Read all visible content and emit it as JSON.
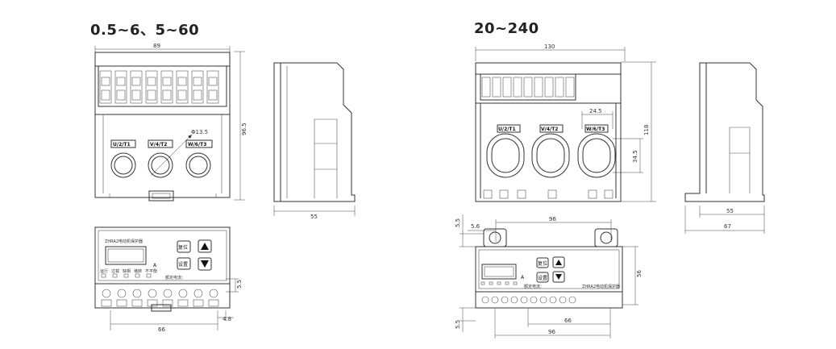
{
  "left_title": "0.5~6、5~60",
  "right_title": "20~240",
  "left": {
    "width_dim": "89",
    "height_dim": "96.5",
    "hole_dim": "Φ13.5",
    "side_depth_dim": "55",
    "labels": [
      "U/2/T1",
      "V/4/T2",
      "W/6/T3"
    ],
    "panel_model": "ZHRA2电动机保护器",
    "unit": "A",
    "btn_reset": "复位",
    "btn_set": "设置",
    "led_labels": [
      "运行",
      "过载",
      "缺相",
      "堵转",
      "不平衡"
    ],
    "rated_current": "额定电流：",
    "bottom_dim_66": "66",
    "bottom_dim_48": "4.8",
    "bottom_dim_55": "5.5"
  },
  "right": {
    "width_dim": "130",
    "height_dim": "118",
    "hole_width_dim": "24.5",
    "hole_height_dim": "34.5",
    "labels": [
      "U/2/T1",
      "V/4/T2",
      "W/6/T3"
    ],
    "side_dim_55": "55",
    "side_dim_67": "67",
    "top_dim_96": "96",
    "top_dim_56": "5.6",
    "top_dim_55": "5.5",
    "panel_height_dim": "56",
    "panel_model": "ZHRA2电动机保护器",
    "unit": "A",
    "btn_reset": "复位",
    "btn_set": "设置",
    "rated_current": "额定电流：",
    "bottom_dim_66": "66",
    "bottom_dim_96": "96",
    "bottom_dim_55": "5.5"
  }
}
